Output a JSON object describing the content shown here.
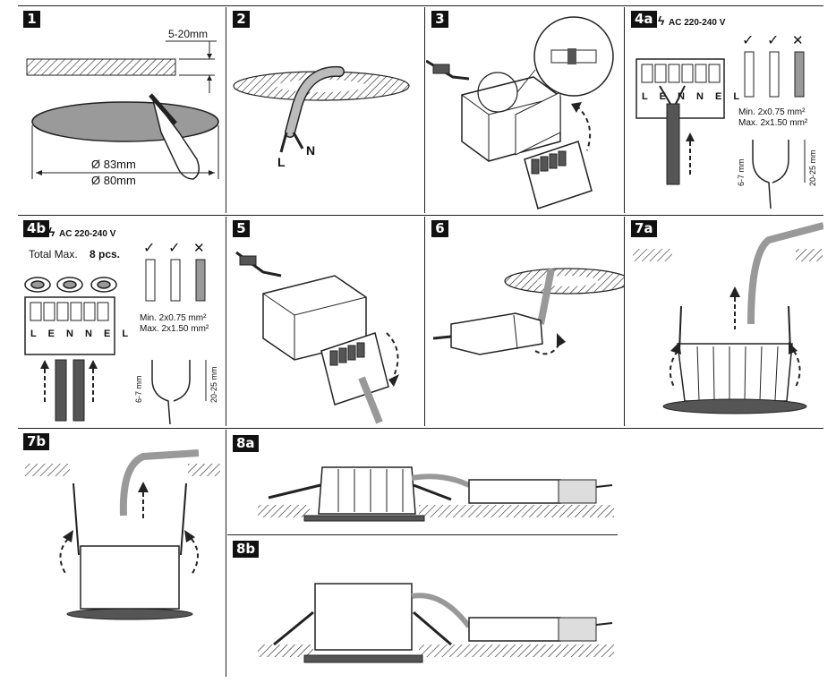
{
  "steps": {
    "s1": {
      "label": "1",
      "depth": "5-20mm",
      "dia1": "Ø 83mm",
      "dia2": "Ø 80mm"
    },
    "s2": {
      "label": "2",
      "live": "L",
      "neutral": "N"
    },
    "s3": {
      "label": "3"
    },
    "s4a": {
      "label": "4a",
      "voltage": "AC 220-240 V",
      "terminals": "L E N N E L",
      "wire_min": "Min. 2x0.75 mm²",
      "wire_max": "Max. 2x1.50 mm²",
      "strip_short": "6-7 mm",
      "strip_long": "20-25 mm"
    },
    "s4b": {
      "label": "4b",
      "voltage": "AC 220-240 V",
      "total_prefix": "Total Max.",
      "total_count": "8 pcs.",
      "terminals": "L E N N E L",
      "wire_min": "Min. 2x0.75 mm²",
      "wire_max": "Max. 2x1.50 mm²",
      "strip_short": "6-7 mm",
      "strip_long": "20-25 mm"
    },
    "s5": {
      "label": "5"
    },
    "s6": {
      "label": "6"
    },
    "s7a": {
      "label": "7a"
    },
    "s7b": {
      "label": "7b"
    },
    "s8a": {
      "label": "8a"
    },
    "s8b": {
      "label": "8b"
    }
  },
  "symbols": {
    "ok": "✓",
    "no": "✕",
    "bolt": "ϟ"
  },
  "colors": {
    "line": "#222222",
    "fill_grey": "#9a9a9a",
    "light_grey": "#d9d9d9",
    "dark": "#333333"
  }
}
